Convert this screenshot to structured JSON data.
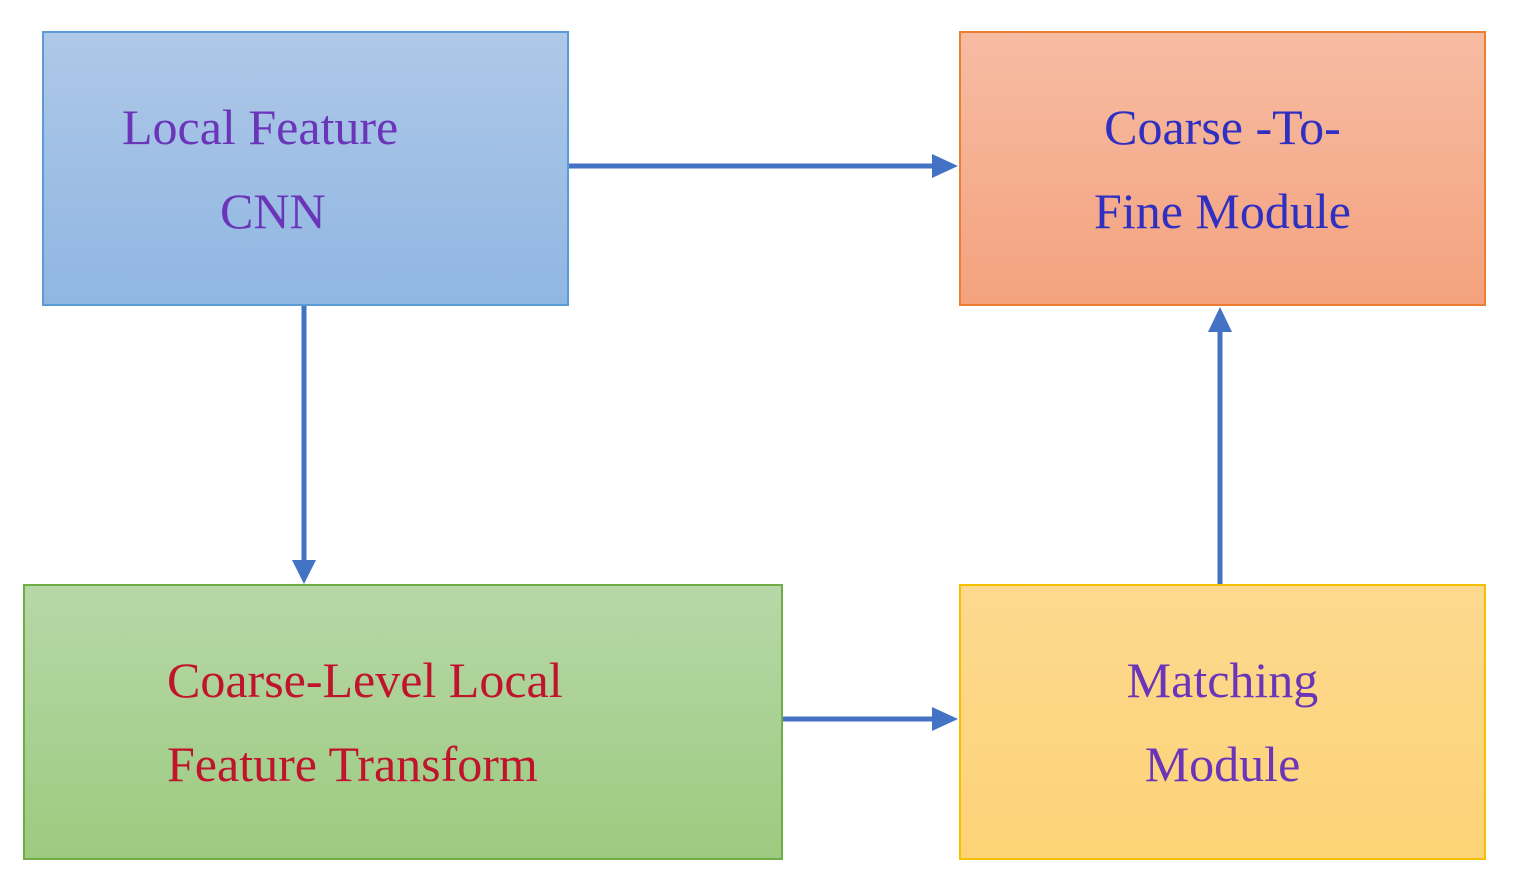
{
  "diagram": {
    "nodes": [
      {
        "id": "local-feature-cnn",
        "lines": [
          "Local Feature",
          "CNN"
        ]
      },
      {
        "id": "coarse-to-fine-module",
        "lines": [
          "Coarse -To-",
          "Fine Module"
        ]
      },
      {
        "id": "coarse-level-local-feature-transform",
        "lines": [
          "Coarse-Level Local",
          "Feature Transform"
        ]
      },
      {
        "id": "matching-module",
        "lines": [
          "Matching",
          "Module"
        ]
      }
    ],
    "edges": [
      {
        "from": "local-feature-cnn",
        "to": "coarse-to-fine-module"
      },
      {
        "from": "local-feature-cnn",
        "to": "coarse-level-local-feature-transform"
      },
      {
        "from": "coarse-level-local-feature-transform",
        "to": "matching-module"
      },
      {
        "from": "matching-module",
        "to": "coarse-to-fine-module"
      }
    ],
    "colors": {
      "arrow": "#4472c4",
      "cnn_fill": "#9dbde6",
      "cnn_text": "#6a35b8",
      "c2f_fill": "#f5ae8e",
      "c2f_text": "#2f2fc2",
      "transform_fill": "#a9d18e",
      "transform_text": "#c0142c",
      "matching_fill": "#fdd57e",
      "matching_text": "#6a35b8"
    }
  }
}
